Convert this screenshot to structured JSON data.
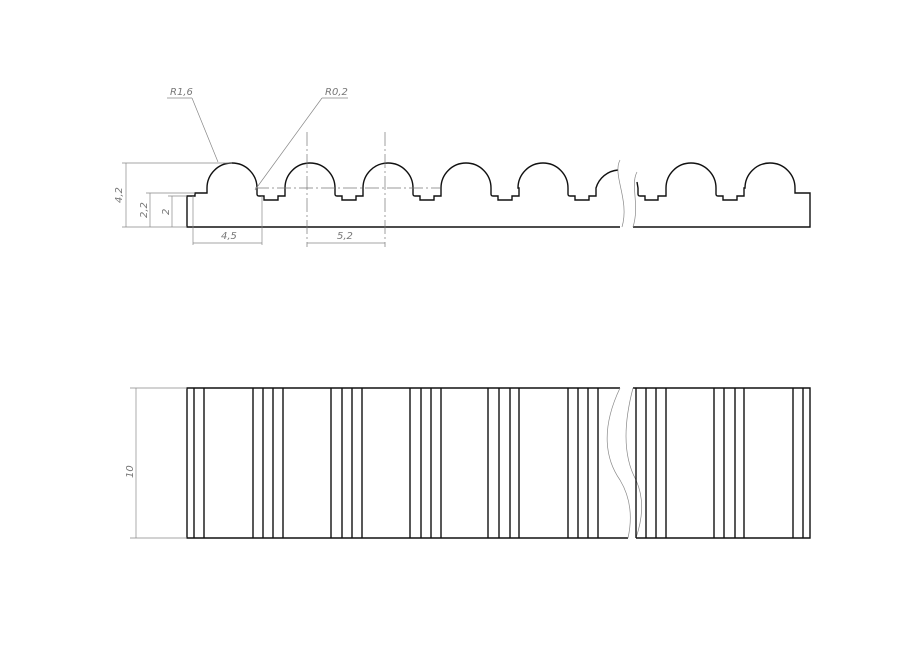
{
  "drawing": {
    "labels": {
      "radius_large": "R1,6",
      "radius_small": "R0,2",
      "total_height": "4,2",
      "step_height": "2,2",
      "base_height": "2",
      "first_offset": "4,5",
      "pitch": "5,2",
      "width": "10"
    },
    "line_color": "#111111",
    "dimension_color": "#777777"
  }
}
